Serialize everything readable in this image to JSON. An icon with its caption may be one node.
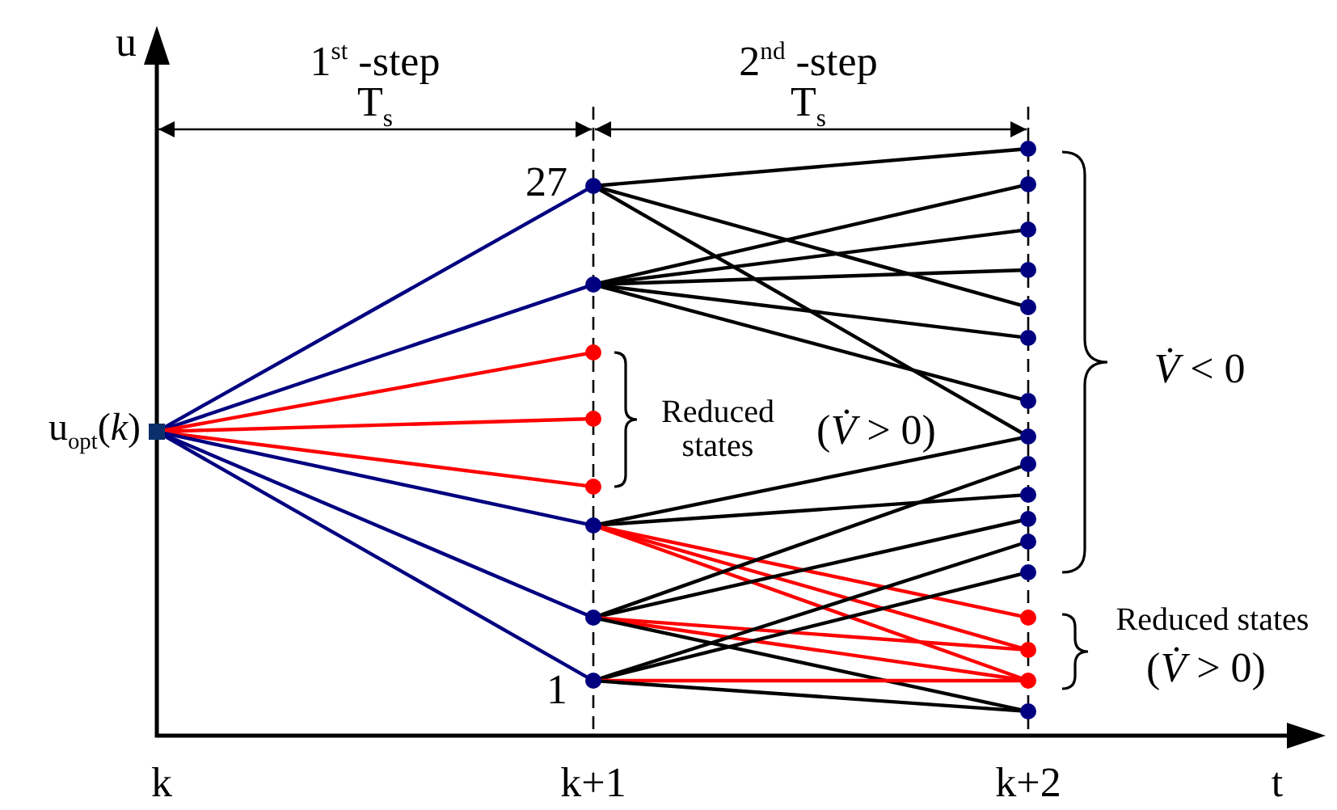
{
  "diagram": {
    "nodes": [
      {
        "text": [],
        "shape": "box",
        "beside": [
          "u$_{opt}$(*k*)"
        ]
      },
      {
        "text": [],
        "shape": "circle",
        "beside": [
          "27"
        ]
      },
      {
        "text": [],
        "shape": "circle"
      },
      {
        "text": [],
        "shape": "circle"
      },
      {
        "text": [],
        "shape": "circle"
      },
      {
        "text": [],
        "shape": "circle"
      },
      {
        "text": [],
        "shape": "circle"
      },
      {
        "text": [],
        "shape": "circle"
      },
      {
        "text": [],
        "shape": "circle",
        "beside": [
          "1"
        ]
      },
      {
        "text": [],
        "shape": "circle"
      },
      {
        "text": [],
        "shape": "circle"
      },
      {
        "text": [],
        "shape": "circle"
      },
      {
        "text": [],
        "shape": "circle"
      },
      {
        "text": [],
        "shape": "circle"
      },
      {
        "text": [],
        "shape": "circle"
      },
      {
        "text": [],
        "shape": "circle"
      },
      {
        "text": [],
        "shape": "circle"
      },
      {
        "text": [],
        "shape": "circle"
      },
      {
        "text": [],
        "shape": "circle"
      },
      {
        "text": [],
        "shape": "circle"
      },
      {
        "text": [],
        "shape": "circle"
      },
      {
        "text": [],
        "shape": "circle"
      },
      {
        "text": [],
        "shape": "circle"
      },
      {
        "text": [],
        "shape": "circle"
      },
      {
        "text": [],
        "shape": "circle"
      },
      {
        "text": [],
        "shape": "circle"
      }
    ],
    "edges": [
      {
        "from": 0,
        "to": 1,
        "arrow": "none",
        "color": "#000080"
      },
      {
        "from": 0,
        "to": 2,
        "arrow": "none",
        "color": "#000080"
      },
      {
        "from": 0,
        "to": 3,
        "arrow": "none",
        "color": "#ff0000"
      },
      {
        "from": 0,
        "to": 4,
        "arrow": "none",
        "color": "#ff0000"
      },
      {
        "from": 0,
        "to": 5,
        "arrow": "none",
        "color": "#ff0000"
      },
      {
        "from": 0,
        "to": 6,
        "arrow": "none",
        "color": "#000080"
      },
      {
        "from": 0,
        "to": 7,
        "arrow": "none",
        "color": "#000080"
      },
      {
        "from": 0,
        "to": 8,
        "arrow": "none",
        "color": "#000080"
      },
      {
        "from": 1,
        "to": 9,
        "arrow": "none"
      },
      {
        "from": 1,
        "to": 13,
        "arrow": "none"
      },
      {
        "from": 1,
        "to": 16,
        "arrow": "none"
      },
      {
        "from": 2,
        "to": 10,
        "arrow": "none"
      },
      {
        "from": 2,
        "to": 11,
        "arrow": "none"
      },
      {
        "from": 2,
        "to": 12,
        "arrow": "none"
      },
      {
        "from": 2,
        "to": 14,
        "arrow": "none"
      },
      {
        "from": 2,
        "to": 15,
        "arrow": "none"
      },
      {
        "from": 6,
        "to": 16,
        "arrow": "none"
      },
      {
        "from": 6,
        "to": 18,
        "arrow": "none"
      },
      {
        "from": 6,
        "to": 22,
        "arrow": "none",
        "color": "#ff0000"
      },
      {
        "from": 6,
        "to": 23,
        "arrow": "none",
        "color": "#ff0000"
      },
      {
        "from": 6,
        "to": 24,
        "arrow": "none",
        "color": "#ff0000"
      },
      {
        "from": 7,
        "to": 17,
        "arrow": "none"
      },
      {
        "from": 7,
        "to": 19,
        "arrow": "none"
      },
      {
        "from": 7,
        "to": 23,
        "arrow": "none",
        "color": "#ff0000"
      },
      {
        "from": 7,
        "to": 24,
        "arrow": "none",
        "color": "#ff0000"
      },
      {
        "from": 7,
        "to": 25,
        "arrow": "none"
      },
      {
        "from": 8,
        "to": 20,
        "arrow": "none"
      },
      {
        "from": 8,
        "to": 21,
        "arrow": "none"
      },
      {
        "from": 8,
        "to": 24,
        "arrow": "none",
        "color": "#ff0000"
      },
      {
        "from": 8,
        "to": 25,
        "arrow": "none"
      }
    ],
    "labels": [
      "u",
      "1$^{st}$ -step",
      "T$_{s}$",
      "2$^{nd}$ -step",
      "T$_{s}$",
      "Reduced states",
      "(*V̇* > 0)",
      "*V̇* < 0",
      "Reduced states",
      "(*V̇* > 0)",
      "k",
      "k+1",
      "k+2",
      "t"
    ]
  }
}
